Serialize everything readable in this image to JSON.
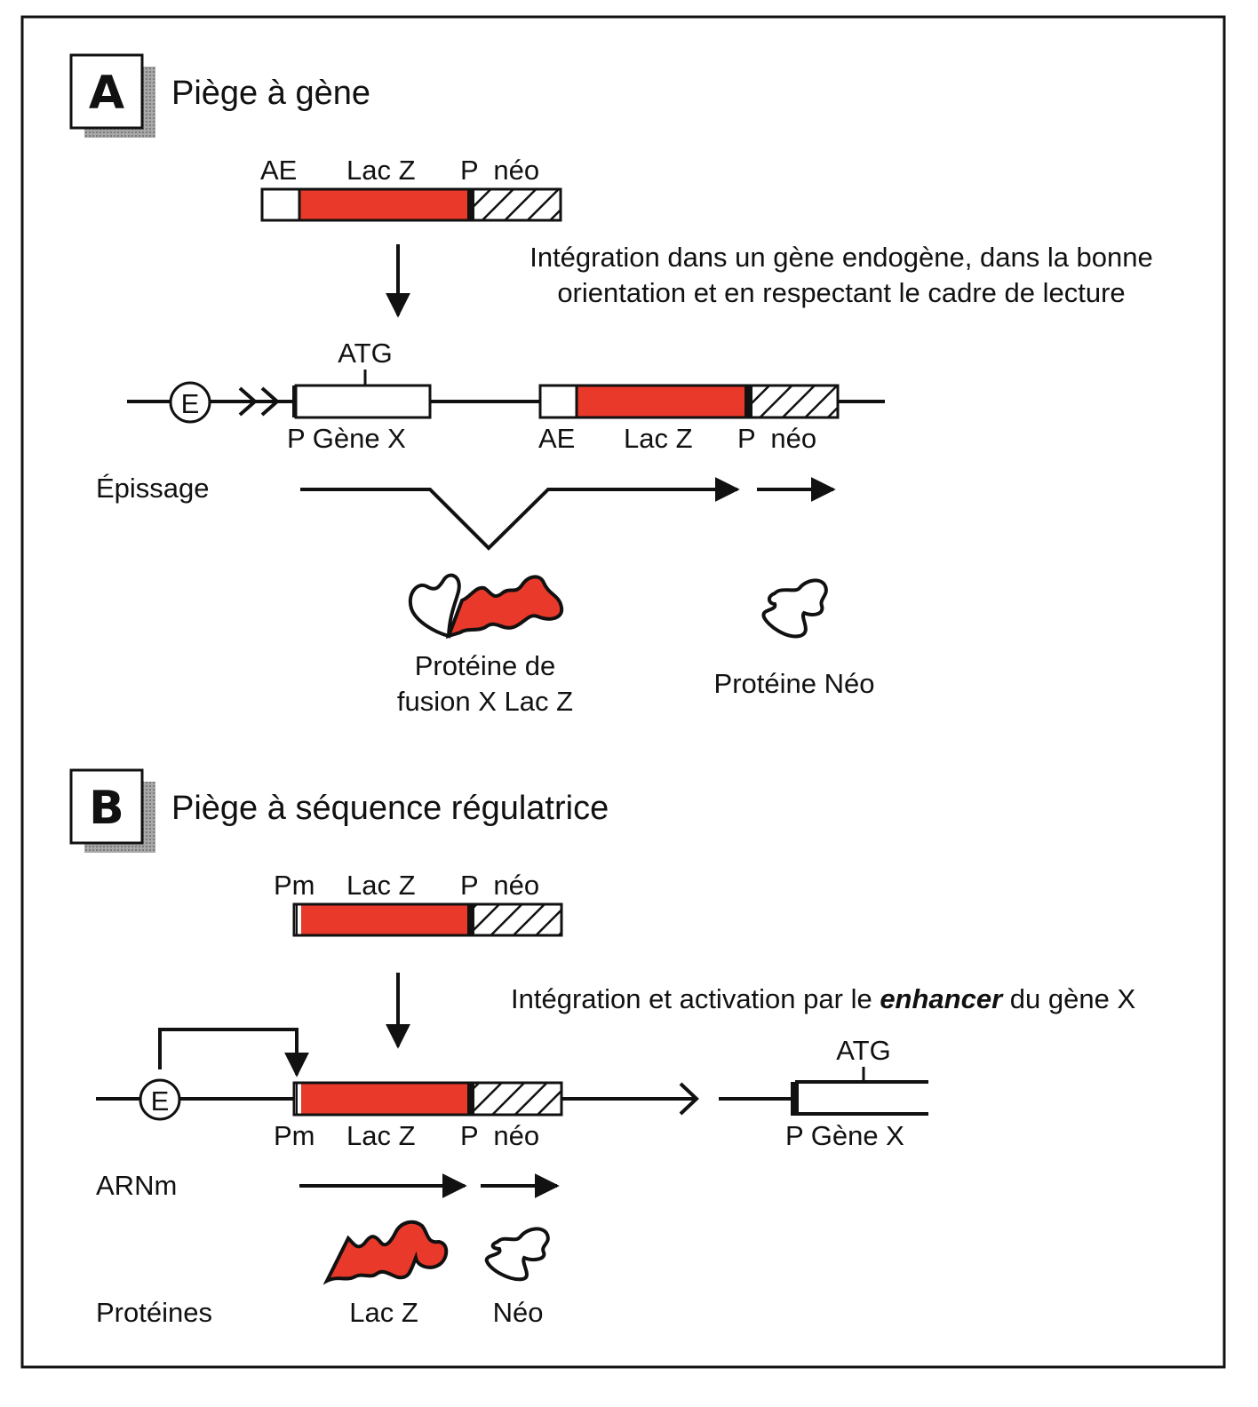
{
  "colors": {
    "lacz_red": "#e8392a",
    "ink": "#111111",
    "shadow": "#9a9a9a"
  },
  "section_a": {
    "letter": "A",
    "title": "Piège à gène",
    "construct": {
      "ae": "AE",
      "lacz": "Lac Z",
      "pneo": "P  néo"
    },
    "integration_text_line1": "Intégration dans un gène endogène, dans la bonne",
    "integration_text_line2": "orientation et en respectant le cadre de lecture",
    "genome": {
      "enhancer": "E",
      "atg": "ATG",
      "p_gene_x": "P Gène X",
      "ae": "AE",
      "lacz": "Lac Z",
      "pneo": "P  néo"
    },
    "splicing_label": "Épissage",
    "fusion_protein_line1": "Protéine de",
    "fusion_protein_line2": "fusion X Lac Z",
    "neo_protein": "Protéine Néo"
  },
  "section_b": {
    "letter": "B",
    "title": "Piège à séquence régulatrice",
    "construct": {
      "pm": "Pm",
      "lacz": "Lac Z",
      "pneo": "P  néo"
    },
    "integration_text_pre": "Intégration et activation par le ",
    "integration_text_em": "enhancer",
    "integration_text_post": " du gène X",
    "genome": {
      "enhancer": "E",
      "pm": "Pm",
      "lacz": "Lac Z",
      "pneo": "P  néo",
      "atg": "ATG",
      "p_gene_x": "P Gène X"
    },
    "mrna_label": "ARNm",
    "proteins_label": "Protéines",
    "lacz_protein": "Lac Z",
    "neo_protein": "Néo"
  }
}
